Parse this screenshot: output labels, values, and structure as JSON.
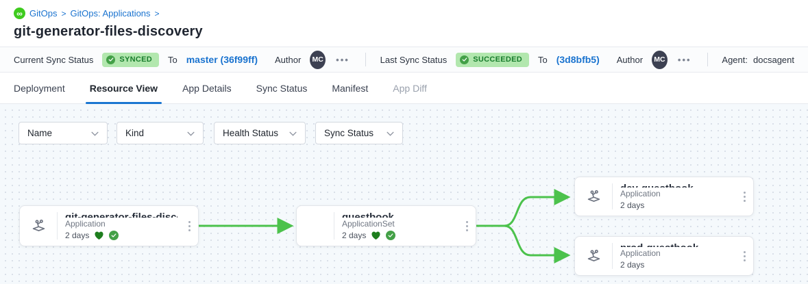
{
  "breadcrumb": {
    "icon": "gitops-logo",
    "items": [
      {
        "label": "GitOps"
      },
      {
        "label": "GitOps: Applications"
      }
    ],
    "separator": ">"
  },
  "page_title": "git-generator-files-discovery",
  "status_bar": {
    "current_label": "Current Sync Status",
    "current_badge": "SYNCED",
    "current_to_label": "To",
    "current_revision": "master (36f99ff)",
    "current_author_label": "Author",
    "current_avatar": "MC",
    "last_label": "Last Sync Status",
    "last_badge": "SUCCEEDED",
    "last_to_label": "To",
    "last_revision": "(3d8bfb5)",
    "last_author_label": "Author",
    "last_avatar": "MC",
    "ellipsis": "•••",
    "agent_label": "Agent:",
    "agent_value": "docsagent"
  },
  "tabs": [
    {
      "label": "Deployment",
      "state": "normal"
    },
    {
      "label": "Resource View",
      "state": "active"
    },
    {
      "label": "App Details",
      "state": "normal"
    },
    {
      "label": "Sync Status",
      "state": "normal"
    },
    {
      "label": "Manifest",
      "state": "normal"
    },
    {
      "label": "App Diff",
      "state": "disabled"
    }
  ],
  "filters": [
    {
      "label": "Name"
    },
    {
      "label": "Kind"
    },
    {
      "label": "Health Status"
    },
    {
      "label": "Sync Status"
    }
  ],
  "graph": {
    "nodes": [
      {
        "title": "git-generator-files-disco...",
        "kind": "Application",
        "age": "2 days",
        "has_icon": true,
        "health": true,
        "synced": true
      },
      {
        "title": "guestbook",
        "kind": "ApplicationSet",
        "age": "2 days",
        "has_icon": false,
        "health": true,
        "synced": true
      },
      {
        "title": "dev-guestbook",
        "kind": "Application",
        "age": "2 days",
        "has_icon": true,
        "health": false,
        "synced": false
      },
      {
        "title": "prod-guestbook",
        "kind": "Application",
        "age": "2 days",
        "has_icon": true,
        "health": false,
        "synced": false
      }
    ],
    "edge_color": "#4cc24c"
  },
  "colors": {
    "accent_blue": "#1a73cf",
    "badge_bg": "#b2e7ae",
    "badge_text": "#187d2c",
    "health_green": "#1e7e1e",
    "sync_green": "#43a047",
    "logo_green": "#3ecb1e"
  }
}
